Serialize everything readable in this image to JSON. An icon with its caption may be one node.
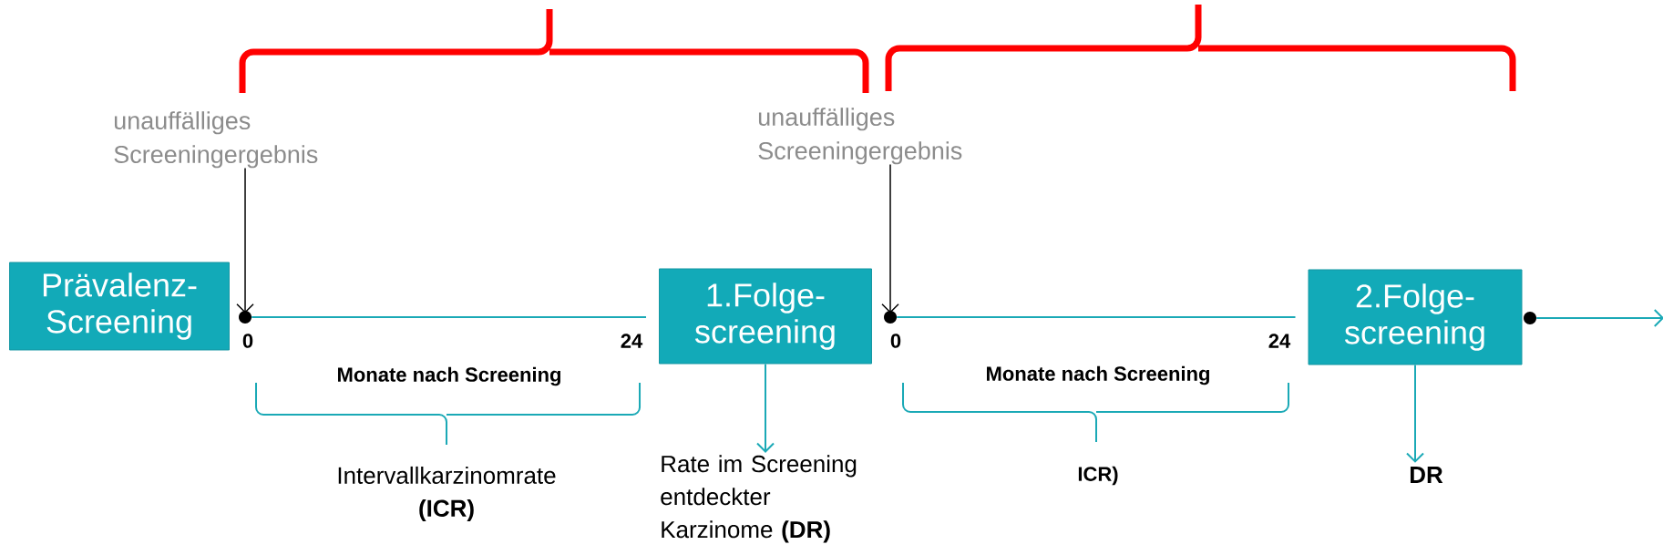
{
  "diagram": {
    "nodes": [
      {
        "text": [
          "Prävalenz- Screening"
        ]
      },
      {
        "text": [
          "1.Folge- screening"
        ]
      },
      {
        "text": [
          "2.Folge- screening"
        ]
      },
      {
        "text": [
          "unauffälliges Screeningergebnis"
        ]
      },
      {
        "text": [],
        "shape": "circle"
      },
      {
        "text": [
          "unauffälliges Screeningergebnis"
        ]
      },
      {
        "text": [],
        "shape": "circle"
      },
      {
        "text": [],
        "shape": "circle"
      },
      {
        "text": [
          "Rate im Screening entdeckter Karzinome **(DR)**"
        ]
      },
      {
        "text": [
          "DR"
        ]
      }
    ],
    "edges": [
      {
        "from": 3,
        "to": 4,
        "arrow": "to",
        "color": "#000000"
      },
      {
        "from": 4,
        "to": 1,
        "arrow": "none"
      },
      {
        "from": 5,
        "to": 6,
        "arrow": "to",
        "color": "#000000"
      },
      {
        "from": 6,
        "to": 2,
        "arrow": "none"
      },
      {
        "from": 7,
        "to": null,
        "arrow": "to"
      },
      {
        "from": 1,
        "to": 8,
        "arrow": "to"
      },
      {
        "from": 2,
        "to": 9,
        "arrow": "to"
      }
    ],
    "labels": [
      "0",
      "24",
      "Monate nach Screening",
      "Intervallkarzinomrate **(ICR)**",
      "0",
      "24",
      "Monate nach Screening",
      "ICR)"
    ]
  }
}
